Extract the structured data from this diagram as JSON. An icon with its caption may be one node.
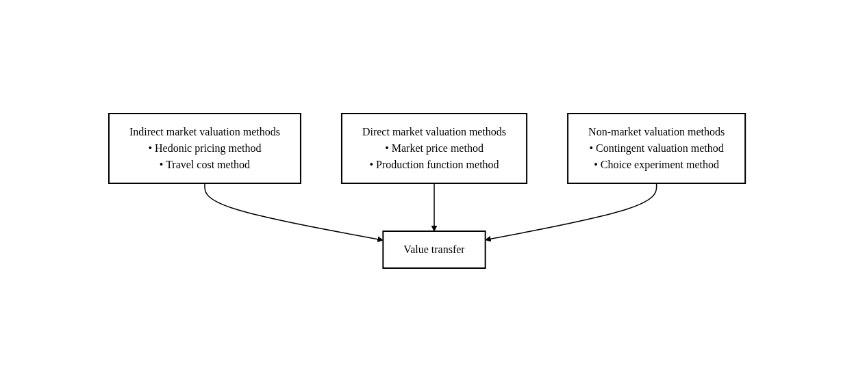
{
  "diagram": {
    "nodes": [
      {
        "text": [
          "Direct market valuation methods",
          "• Market price method",
          "• Production function method"
        ]
      },
      {
        "text": [
          "Indirect market valuation methods",
          "• Hedonic pricing method",
          "• Travel cost method"
        ]
      },
      {
        "text": [
          "Non-market valuation methods",
          "• Contingent valuation method",
          "• Choice experiment method"
        ]
      },
      {
        "text": [
          "Value transfer"
        ]
      }
    ],
    "edges": [
      {
        "from": 1,
        "to": 3,
        "arrow": "to"
      },
      {
        "from": 0,
        "to": 3,
        "arrow": "to"
      },
      {
        "from": 2,
        "to": 3,
        "arrow": "to"
      }
    ]
  }
}
